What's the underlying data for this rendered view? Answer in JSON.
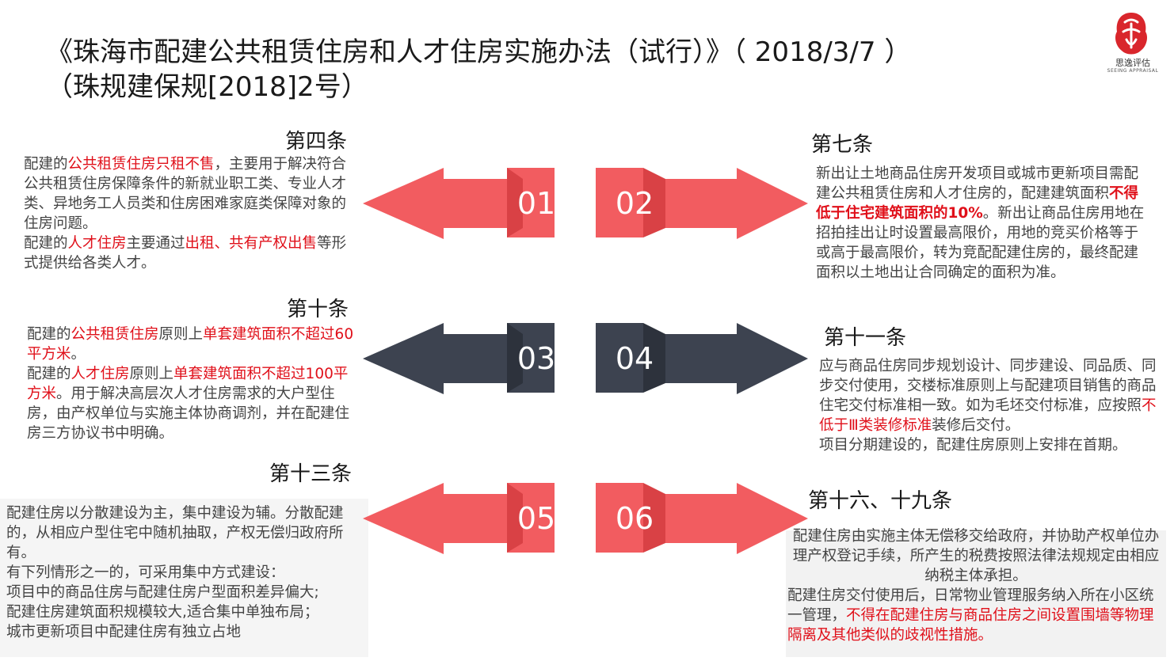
{
  "title": {
    "line1": "《珠海市配建公共租赁住房和人才住房实施办法（试行）》（  2018/3/7 ）",
    "line2": "（珠规建保规[2018]2号）"
  },
  "logo": {
    "text": "思逸评估",
    "sub": "SEEING APPRAISAL",
    "icon": "seal-logo-icon"
  },
  "colors": {
    "red": "#f25c60",
    "red_dark": "#d94145",
    "slate": "#3d4350",
    "slate_dark": "#2d323c",
    "highlight": "#e0101a"
  },
  "arrows": [
    {
      "num": "01"
    },
    {
      "num": "02"
    },
    {
      "num": "03"
    },
    {
      "num": "04"
    },
    {
      "num": "05"
    },
    {
      "num": "06"
    }
  ],
  "sections": {
    "s4": {
      "heading": "第四条",
      "p1_a": "配建的",
      "p1_b": "公共租赁住房只租不售",
      "p1_c": "，主要用于解决符合公共租赁住房保障条件的新就业职工类、专业人才类、异地务工人员类和住房困难家庭类保障对象的住房问题。",
      "p2_a": "配建的",
      "p2_b": "人才住房",
      "p2_c": "主要通过",
      "p2_d": "出租、共有产权出售",
      "p2_e": "等形式提供给各类人才。"
    },
    "s7": {
      "heading": "第七条",
      "a": "新出让土地商品住房开发项目或城市更新项目需配建公共租赁住房和人才住房的，配建建筑面积",
      "b": "不得低于住宅建筑面积的10%",
      "c": "。新出让商品住房用地在招拍挂出让时设置最高限价，用地的竞买价格等于或高于最高限价，转为竞配配建住房的，最终配建面积以土地出让合同确定的面积为准。"
    },
    "s10": {
      "heading": "第十条",
      "p1_a": "配建的",
      "p1_b": "公共租赁住房",
      "p1_c": "原则上",
      "p1_d": "单套建筑面积不超过60平方米",
      "p1_e": "。",
      "p2_a": "配建的",
      "p2_b": "人才住房",
      "p2_c": "原则上",
      "p2_d": "单套建筑面积不超过100平方米",
      "p2_e": "。用于解决高层次人才住房需求的大户型住房，由产权单位与实施主体协商调剂，并在配建住房三方协议书中明确。"
    },
    "s11": {
      "heading": "第十一条",
      "a": "应与商品住房同步规划设计、同步建设、同品质、同步交付使用，交楼标准原则上与配建项目销售的商品住宅交付标准相一致。如为毛坯交付标准，应按照",
      "b": "不低于Ⅲ类装修标准",
      "c": "装修后交付。",
      "p2": "项目分期建设的，配建住房原则上安排在首期。"
    },
    "s13": {
      "heading": "第十三条",
      "l1": "配建住房以分散建设为主，集中建设为辅。分散配建的，从相应户型住宅中随机抽取，产权无偿归政府所有。",
      "l2": "有下列情形之一的，可采用集中方式建设：",
      "l3": "项目中的商品住房与配建住房户型面积差异偏大;",
      "l4": "配建住房建筑面积规模较大,适合集中单独布局；",
      "l5": "城市更新项目中配建住房有独立占地"
    },
    "s16": {
      "heading": "第十六、十九条",
      "l1": "配建住房由实施主体无偿移交给政府，并协助产权单位办理产权登记手续，所产生的税费按照法律法规规定由相应纳税主体承担。",
      "l2_a": "配建住房交付使用后，日常物业管理服务纳入所在小区统一管理，",
      "l2_b": "不得在配建住房与商品住房之间设置围墙等物理隔离及其他类似的歧视性措施。"
    }
  }
}
